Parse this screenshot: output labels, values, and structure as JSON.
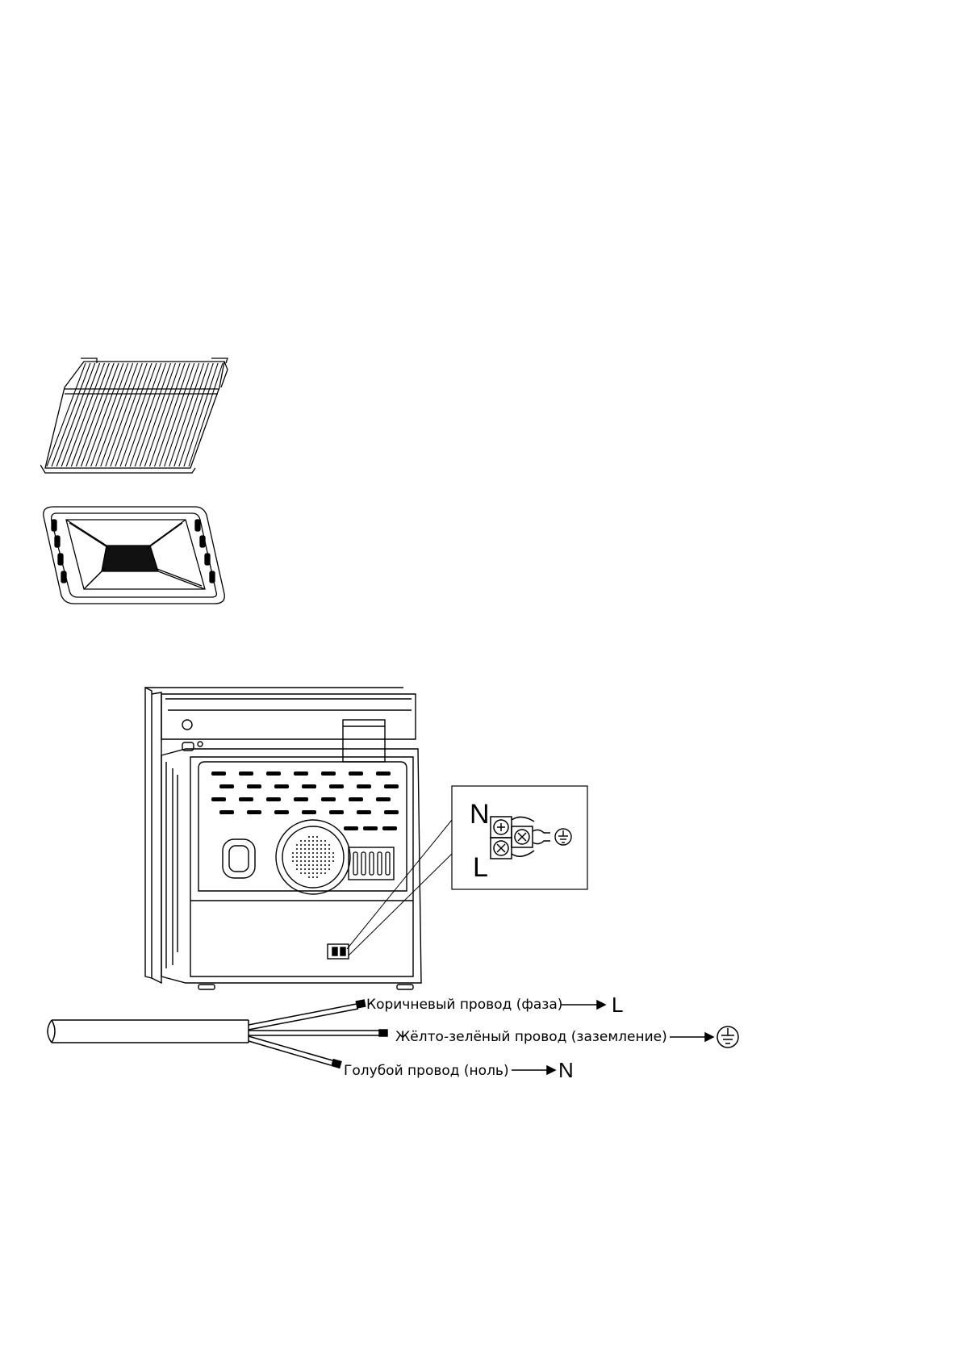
{
  "connection_diagram": {
    "terminal_labels": {
      "neutral": "N",
      "live": "L"
    },
    "wires": {
      "brown": {
        "label": "Коричневый провод (фаза)",
        "target": "L",
        "color": "#000000"
      },
      "yellow_green": {
        "label": "Жёлто-зелёный провод (заземление)",
        "target_icon": "ground-icon"
      },
      "blue": {
        "label": "Голубой провод (ноль)",
        "target": "N"
      }
    }
  },
  "icons": [
    "grid-rack-icon",
    "baking-tray-icon",
    "oven-back-icon",
    "terminal-block-icon",
    "ground-icon",
    "arrow-right-icon",
    "cable-icon"
  ]
}
